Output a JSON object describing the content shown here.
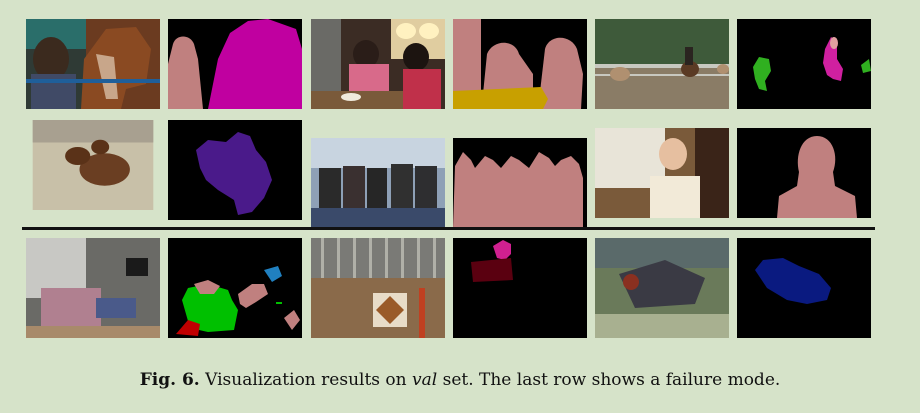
{
  "figure": {
    "caption_label": "Fig. 6.",
    "caption_pre": " Visualization results on ",
    "caption_italic": "val",
    "caption_post": " set. The last row shows a failure mode."
  },
  "grid": {
    "rows": 3,
    "pairs_per_row": 3,
    "separator_after_row": 2
  },
  "palette": {
    "background": "#d6e3c9",
    "mask_black": "#000000",
    "person": "#c0807f",
    "horse": "#c000a0",
    "dining_table": "#c8a000",
    "dog": "#400080",
    "chair": "#c00000",
    "sofa": "#00c000",
    "car": "#000080",
    "boat": "#006080"
  }
}
